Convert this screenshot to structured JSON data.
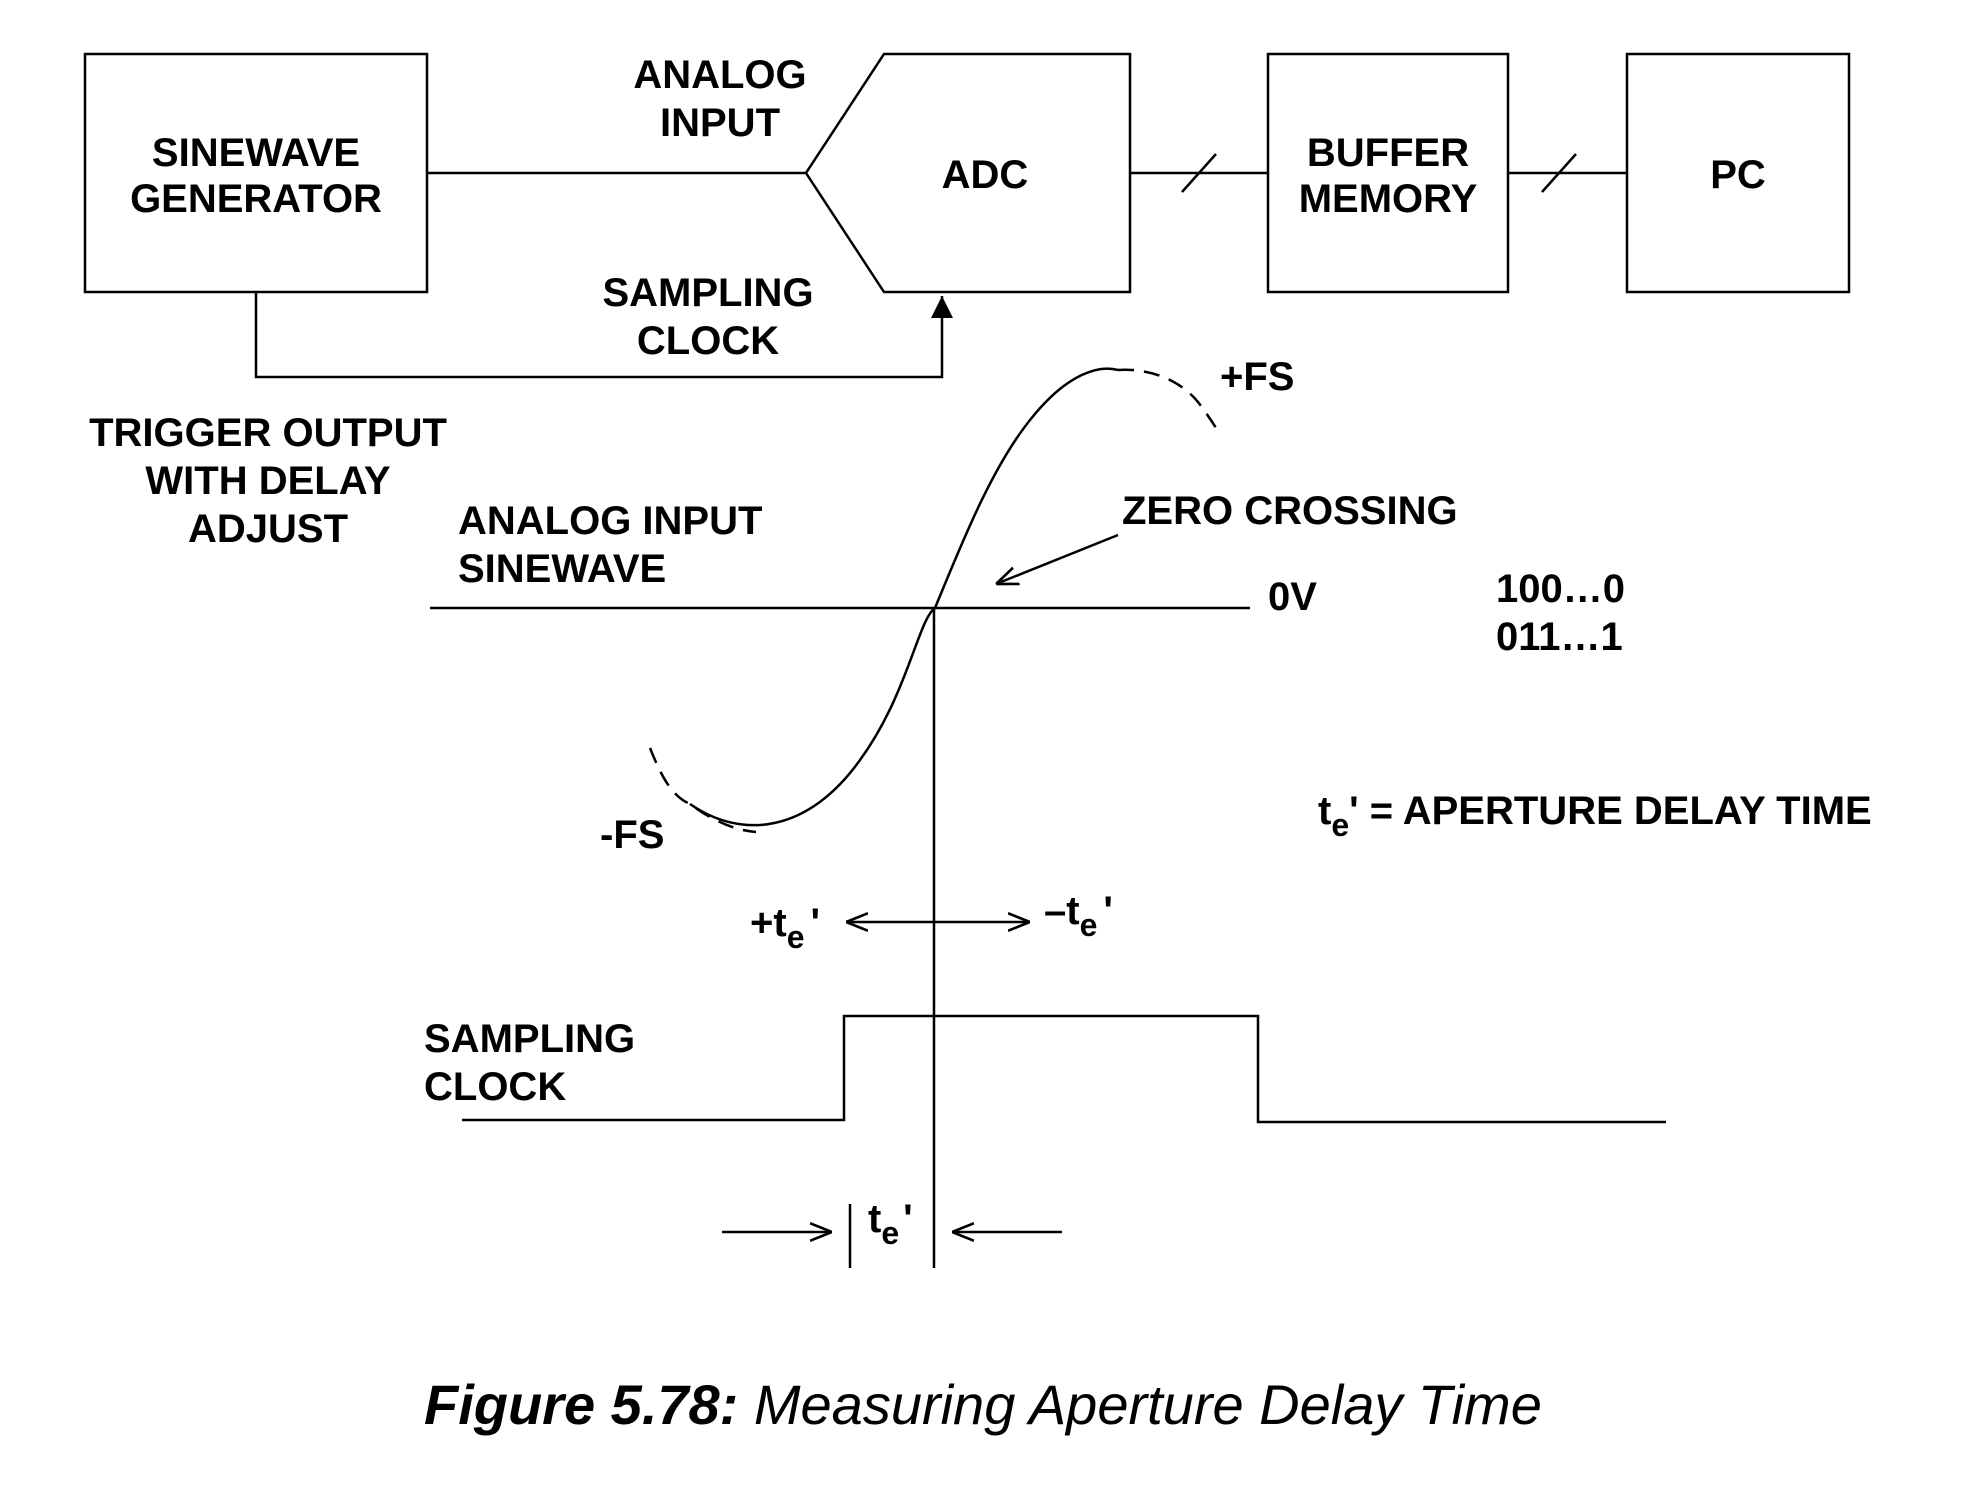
{
  "blocks": {
    "generator_l1": "SINEWAVE",
    "generator_l2": "GENERATOR",
    "adc": "ADC",
    "buffer_l1": "BUFFER",
    "buffer_l2": "MEMORY",
    "pc": "PC"
  },
  "signals": {
    "analog_input_l1": "ANALOG",
    "analog_input_l2": "INPUT",
    "sampling_clock_l1": "SAMPLING",
    "sampling_clock_l2": "CLOCK",
    "trigger_l1": "TRIGGER OUTPUT",
    "trigger_l2": "WITH DELAY",
    "trigger_l3": "ADJUST"
  },
  "waveform": {
    "plus_fs": "+FS",
    "minus_fs": "-FS",
    "input_l1": "ANALOG INPUT",
    "input_l2": "SINEWAVE",
    "zero_crossing": "ZERO CROSSING",
    "zero_volt": "0V",
    "code_high": "100…0",
    "code_low": "011…1",
    "clock_l1": "SAMPLING",
    "clock_l2": "CLOCK"
  },
  "delay": {
    "t_base": "t",
    "e_sub": "e",
    "prime": "'",
    "plus_sign": "+",
    "minus_sign": "–",
    "definition": " = APERTURE DELAY TIME"
  },
  "caption": {
    "label": "Figure 5.78:",
    "text": " Measuring Aperture Delay Time"
  }
}
